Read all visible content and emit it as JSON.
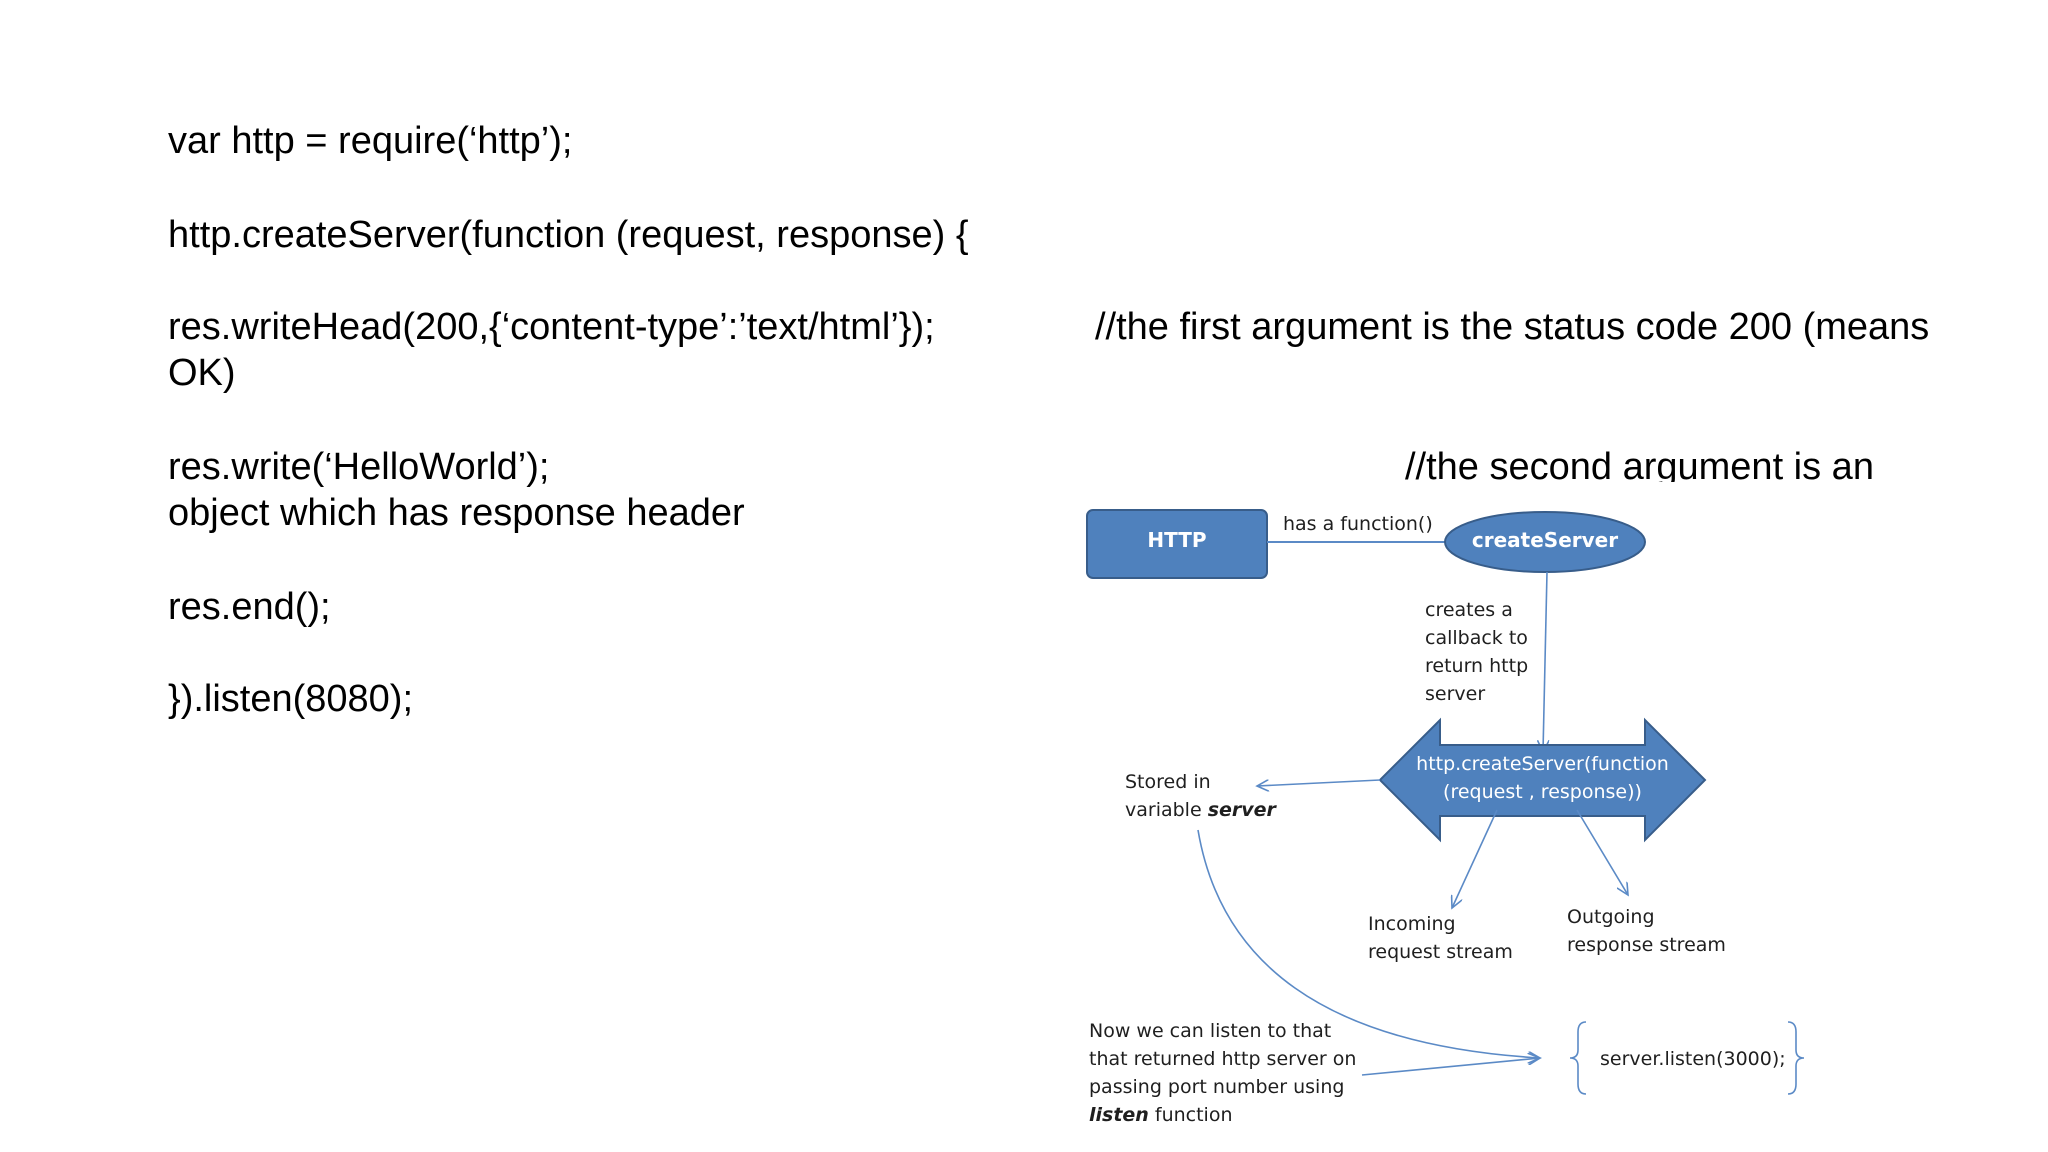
{
  "code": {
    "line1": "var http = require(‘http’);",
    "line2": "http.createServer(function (request, response) {",
    "line3": "res.writeHead(200,{‘content-type’:’text/html’});",
    "line3_wrap": "OK)",
    "line4": "res.write(‘HelloWorld’);",
    "line4_wrap": "object which has response header",
    "line5": "res.end();",
    "line6": "}).listen(8080);"
  },
  "comments": {
    "first": "//the first argument is the status code 200 (means",
    "second": "//the second argument is an"
  },
  "diagram": {
    "http_box": "HTTP",
    "has_function": "has a function()",
    "create_server": "createServer",
    "callback_line1": "creates a",
    "callback_line2": "callback to",
    "callback_line3": "return http",
    "callback_line4": "server",
    "arrow_line1": "http.createServer(function",
    "arrow_line2": "(request , response))",
    "stored_line1": "Stored in",
    "stored_line2_prefix": "variable ",
    "stored_line2_bold": "server",
    "incoming_line1": "Incoming",
    "incoming_line2": "request stream",
    "outgoing_line1": "Outgoing",
    "outgoing_line2": "response stream",
    "listen_line1": "Now we can listen to that",
    "listen_line2": "that returned http server on",
    "listen_line3": "passing port number using",
    "listen_line4_bold": "listen",
    "listen_line4_suffix": " function",
    "server_listen": "server.listen(3000);",
    "colors": {
      "shape_fill": "#4f81bd",
      "shape_stroke": "#385d8a",
      "line": "#5b8ac6"
    }
  }
}
